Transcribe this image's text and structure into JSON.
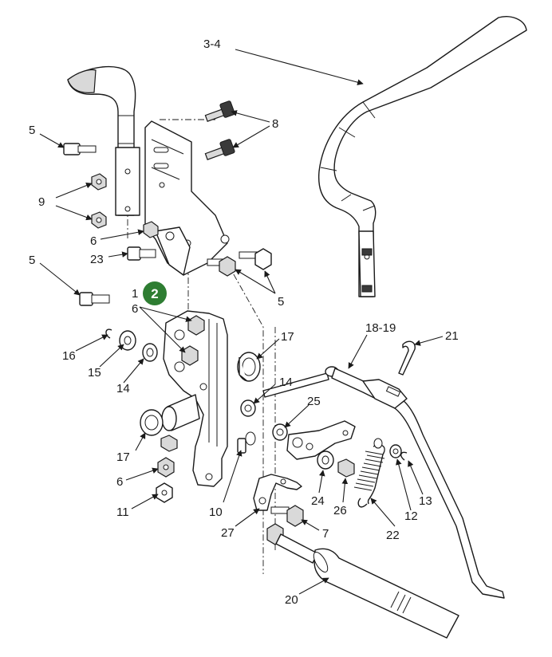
{
  "callout": {
    "number": "2",
    "color": "#2e7d32"
  },
  "labels": {
    "l_3_4": "3-4",
    "l_8": "8",
    "l_5a": "5",
    "l_9": "9",
    "l_6a": "6",
    "l_23": "23",
    "l_5b": "5",
    "l_5c": "5",
    "l_1": "1",
    "l_6b": "6",
    "l_16": "16",
    "l_15": "15",
    "l_14a": "14",
    "l_17a": "17",
    "l_14b": "14",
    "l_18_19": "18-19",
    "l_21": "21",
    "l_25": "25",
    "l_17b": "17",
    "l_6c": "6",
    "l_11": "11",
    "l_10": "10",
    "l_27": "27",
    "l_24": "24",
    "l_26": "26",
    "l_22": "22",
    "l_12": "12",
    "l_13": "13",
    "l_7": "7",
    "l_20": "20"
  }
}
